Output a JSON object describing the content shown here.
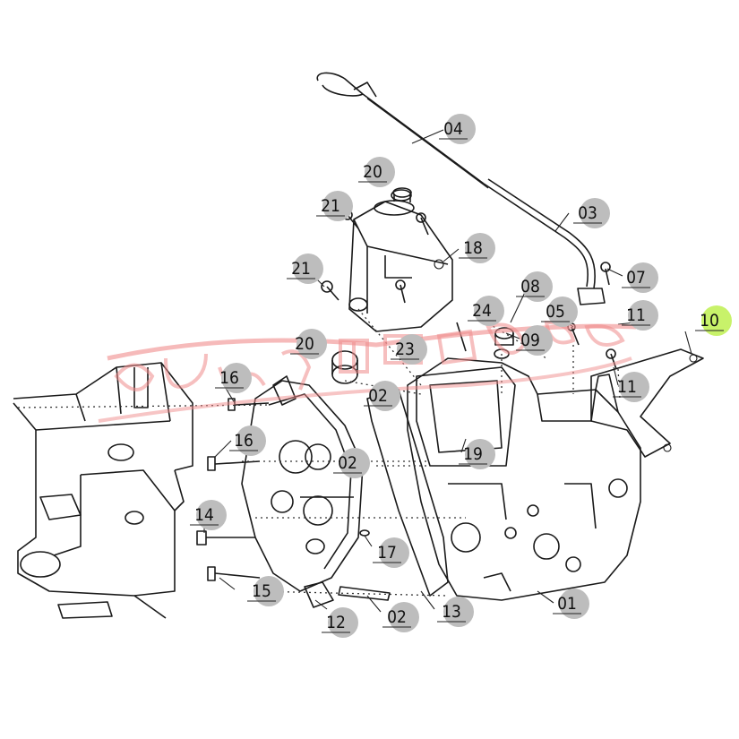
{
  "callouts": [
    {
      "label": "04"
    },
    {
      "label": "20"
    },
    {
      "label": "21"
    },
    {
      "label": "03"
    },
    {
      "label": "18"
    },
    {
      "label": "21"
    },
    {
      "label": "07"
    },
    {
      "label": "08"
    },
    {
      "label": "24"
    },
    {
      "label": "05"
    },
    {
      "label": "11"
    },
    {
      "label": "10"
    },
    {
      "label": "20"
    },
    {
      "label": "23"
    },
    {
      "label": "09"
    },
    {
      "label": "11"
    },
    {
      "label": "16"
    },
    {
      "label": "02"
    },
    {
      "label": "19"
    },
    {
      "label": "16"
    },
    {
      "label": "02"
    },
    {
      "label": "14"
    },
    {
      "label": "17"
    },
    {
      "label": "15"
    },
    {
      "label": "01"
    },
    {
      "label": "12"
    },
    {
      "label": "02"
    },
    {
      "label": "13"
    }
  ],
  "colors": {
    "callout_bubble": "#bdbdbd",
    "callout_highlight": "#c8f26a",
    "watermark": "#f08c8c",
    "line": "#1a1a1a"
  }
}
